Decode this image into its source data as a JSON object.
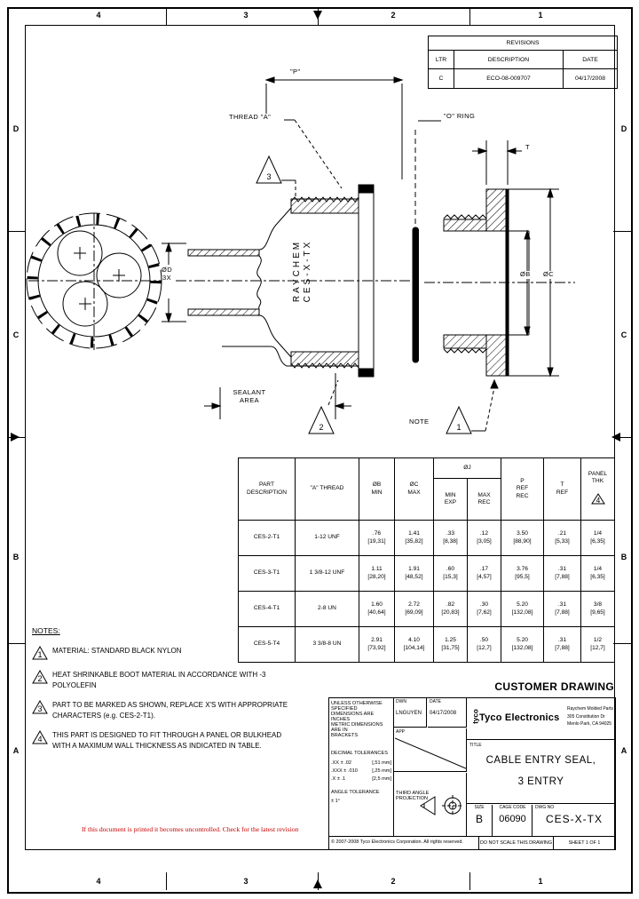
{
  "frame": {
    "zones_top": [
      "4",
      "3",
      "2",
      "1"
    ],
    "zones_bottom": [
      "4",
      "3",
      "2",
      "1"
    ],
    "zones_left": [
      "D",
      "C",
      "B",
      "A"
    ],
    "zones_right": [
      "D",
      "C",
      "B",
      "A"
    ]
  },
  "revisions": {
    "title": "REVISIONS",
    "col_ltr": "LTR",
    "col_desc": "DESCRIPTION",
    "col_date": "DATE",
    "rows": [
      {
        "ltr": "C",
        "desc": "ECO-08-009707",
        "date": "04/17/2008"
      }
    ]
  },
  "labels": {
    "p_dim": "\"P\"",
    "thread_a": "THREAD \"A\"",
    "o_ring": "\"O\" RING",
    "t_dim": "T",
    "dia_b": "ØB",
    "dia_c": "ØC",
    "dia_d": "ØD",
    "d_count": "3X",
    "sealant_1": "SEALANT",
    "sealant_2": "AREA",
    "note_word": "NOTE",
    "raychem_line1": "RAYCHEM",
    "raychem_line2": "CES-X-TX",
    "flag1": "1",
    "flag2": "2",
    "flag3": "3",
    "flag4": "4"
  },
  "table": {
    "headers": {
      "part": "PART\nDESCRIPTION",
      "thread": "\"A\" THREAD",
      "b": "ØB\nMIN",
      "c": "ØC\nMAX",
      "j": "ØJ",
      "jmin": "MIN\nEXP",
      "jmax": "MAX\nREC",
      "p": "P\nREF\nREC",
      "t": "T\nREF",
      "panel": "PANEL\nTHK"
    },
    "rows": [
      {
        "part": "CES-2-T1",
        "thread": "1-12 UNF",
        "b_in": ".76",
        "b_mm": "[19,31]",
        "c_in": "1.41",
        "c_mm": "[35,82]",
        "jmin_in": ".33",
        "jmin_mm": "[8,38]",
        "jmax_in": ".12",
        "jmax_mm": "[3,05]",
        "p_in": "3.50",
        "p_mm": "[88,90]",
        "t_in": ".21",
        "t_mm": "[5,33]",
        "pnl_in": "1/4",
        "pnl_mm": "[6,35]"
      },
      {
        "part": "CES-3-T1",
        "thread": "1 3/8-12 UNF",
        "b_in": "1.11",
        "b_mm": "[28,20]",
        "c_in": "1.91",
        "c_mm": "[48,52]",
        "jmin_in": ".60",
        "jmin_mm": "[15,3]",
        "jmax_in": ".17",
        "jmax_mm": "[4,57]",
        "p_in": "3.76",
        "p_mm": "[95,5]",
        "t_in": ".31",
        "t_mm": "[7,88]",
        "pnl_in": "1/4",
        "pnl_mm": "[6,35]"
      },
      {
        "part": "CES-4-T1",
        "thread": "2-8 UN",
        "b_in": "1.60",
        "b_mm": "[40,64]",
        "c_in": "2.72",
        "c_mm": "[69,09]",
        "jmin_in": ".82",
        "jmin_mm": "[20,83]",
        "jmax_in": ".30",
        "jmax_mm": "[7,62]",
        "p_in": "5.20",
        "p_mm": "[132,08]",
        "t_in": ".31",
        "t_mm": "[7,88]",
        "pnl_in": "3/8",
        "pnl_mm": "[9,65]"
      },
      {
        "part": "CES-5-T4",
        "thread": "3 3/8-8 UN",
        "b_in": "2.91",
        "b_mm": "[73,92]",
        "c_in": "4.10",
        "c_mm": "[104,14]",
        "jmin_in": "1.25",
        "jmin_mm": "[31,75]",
        "jmax_in": ".50",
        "jmax_mm": "[12,7]",
        "p_in": "5.20",
        "p_mm": "[132,08]",
        "t_in": ".31",
        "t_mm": "[7,88]",
        "pnl_in": "1/2",
        "pnl_mm": "[12,7]"
      }
    ]
  },
  "notes": {
    "title": "NOTES:",
    "items": [
      {
        "flag": "1",
        "text": "MATERIAL: STANDARD BLACK NYLON"
      },
      {
        "flag": "2",
        "text": "HEAT SHRINKABLE BOOT MATERIAL IN ACCORDANCE WITH -3 POLYOLEFIN"
      },
      {
        "flag": "3",
        "text": "PART TO BE MARKED AS SHOWN, REPLACE X'S WITH APPROPRIATE CHARACTERS (e.g. CES-2-T1)."
      },
      {
        "flag": "4",
        "text": "THIS PART IS DESIGNED TO FIT THROUGH A PANEL OR BULKHEAD WITH A MAXIMUM WALL THICKNESS AS INDICATED IN TABLE."
      }
    ]
  },
  "warning": "If this document is printed it becomes uncontrolled.  Check for the latest revision",
  "customer_drawing": "CUSTOMER DRAWING",
  "title_block": {
    "spec1": "UNLESS OTHERWISE SPECIFIED",
    "spec2": "DIMENSIONS ARE INCHES",
    "spec3": "METRIC DIMENSIONS ARE IN",
    "spec4": "BRACKETS",
    "tol_title": "DECIMAL TOLERANCES",
    "tol1": ".XX ± .02",
    "tol1m": "[,51 mm]",
    "tol2": ".XXX ± .010",
    "tol2m": "[,25 mm]",
    "tol3": ".X ± .1",
    "tol3m": "[2,5 mm]",
    "ang_title": "ANGLE TOLERANCE",
    "ang": "± 1°",
    "dwn_label": "DWN",
    "dwn": "LNGUYEN",
    "date_label": "DATE",
    "date": "04/17/2008",
    "app_label": "APP",
    "proj1": "THIRD ANGLE",
    "proj2": "PROJECTION",
    "logo_mark": "tyco",
    "company": "Tyco Electronics",
    "addr1": "Raychem Molded Parts",
    "addr2": "305 Constitution Dr",
    "addr3": "Menlo Park, CA 94025",
    "title_label": "TITLE",
    "title1": "CABLE ENTRY SEAL,",
    "title2": "3 ENTRY",
    "size_label": "SIZE",
    "size": "B",
    "cage_label": "CAGE CODE",
    "cage": "06090",
    "dwg_label": "DWG NO",
    "dwg": "CES-X-TX",
    "copyright": "© 2007-2008 Tyco Electronics Corporation. All rights reserved.",
    "no_scale": "DO NOT SCALE THIS DRAWING",
    "sheet": "SHEET 1 OF 1"
  }
}
